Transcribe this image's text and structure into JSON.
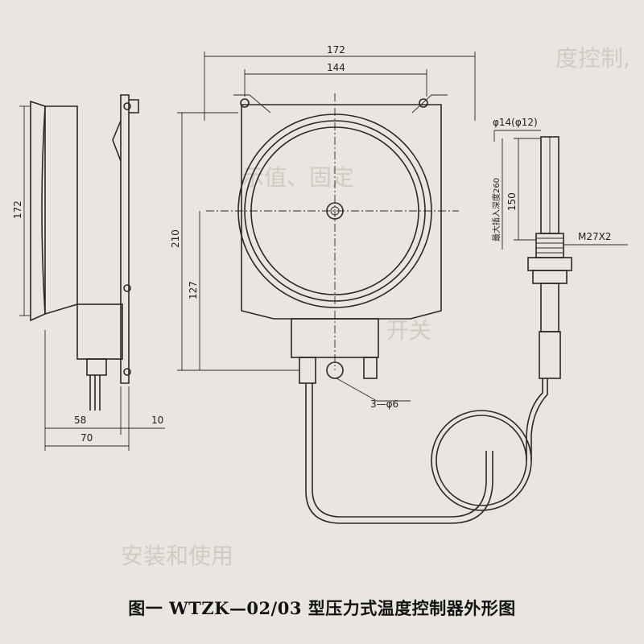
{
  "caption": "图一 WTZK—02/03 型压力式温度控制器外形图",
  "dimensions": {
    "width_total": "172",
    "width_mount": "144",
    "side_height": "172",
    "height_total": "210",
    "height_center": "127",
    "depth_body": "58",
    "depth_flange": "10",
    "depth_total": "70",
    "bulb_diameter": "φ14(φ12)",
    "bulb_length": "150",
    "insert_depth": "最大插入深度260",
    "thread": "M27X2",
    "holes": "3—φ6"
  }
}
